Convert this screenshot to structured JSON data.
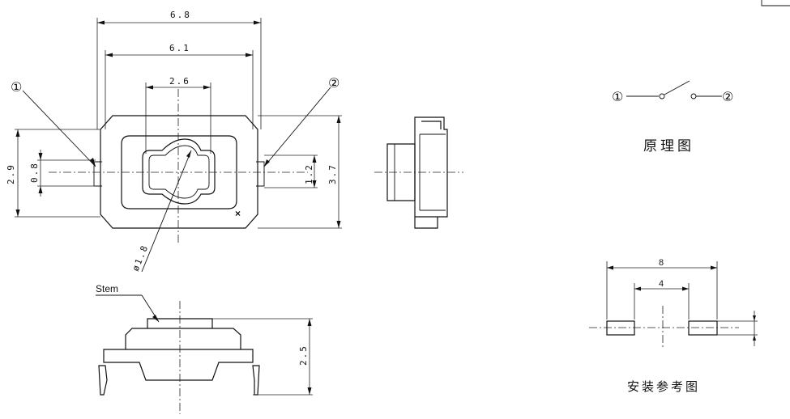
{
  "dimensions": {
    "top_width_outer": "6.8",
    "top_width_inner": "6.1",
    "top_width_center": "2.6",
    "height_left": "2.9",
    "height_left_small": "0.8",
    "height_right_small": "1.2",
    "height_right": "3.7",
    "diameter": "ø1.8",
    "side_height": "2.5"
  },
  "labels": {
    "pin1": "①",
    "pin2": "②",
    "stem": "Stem",
    "mark": "×"
  },
  "schematic": {
    "pin1": "①",
    "pin2": "②",
    "caption": "原理图"
  },
  "mounting": {
    "dim_outer": "8",
    "dim_inner": "4",
    "caption": "安装参考图"
  }
}
